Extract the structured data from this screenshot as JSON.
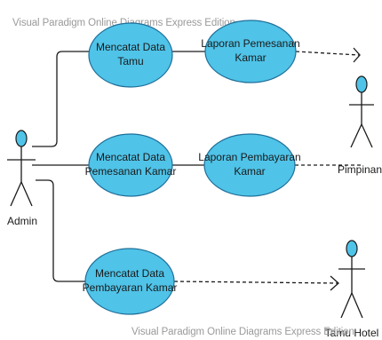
{
  "watermarks": {
    "top": "Visual Paradigm Online Diagrams Express Edition",
    "bottom": "Visual Paradigm Online Diagrams Express Edition"
  },
  "actors": {
    "admin": "Admin",
    "pimpinan": "Pimpinan",
    "tamu_hotel": "Tamu Hotel"
  },
  "use_cases": {
    "mencatat_data_tamu": [
      "Mencatat Data",
      "Tamu"
    ],
    "laporan_pemesanan_kamar": [
      "Laporan Pemesanan",
      "Kamar"
    ],
    "mencatat_data_pemesanan_kamar": [
      "Mencatat Data",
      "Pemesanan Kamar"
    ],
    "laporan_pembayaran_kamar": [
      "Laporan Pembayaran",
      "Kamar"
    ],
    "mencatat_data_pembayaran_kamar": [
      "Mencatat Data",
      "Pembayaran Kamar"
    ]
  },
  "colors": {
    "use_case_fill": "#4fc3e8",
    "use_case_stroke": "#1f6f99",
    "actor_fill": "#4fc3e8",
    "line": "#1a1a1a",
    "watermark": "#9a9a9a"
  }
}
